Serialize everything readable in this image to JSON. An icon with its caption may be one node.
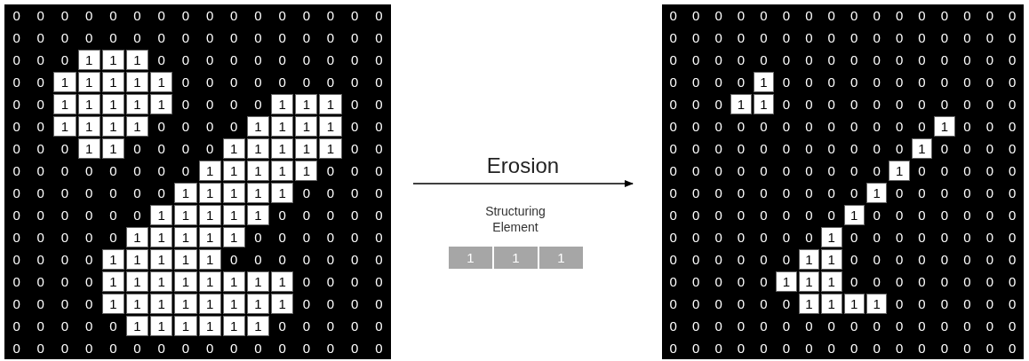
{
  "diagram": {
    "nodes": [
      {
        "text": [],
        "shape": "box"
      },
      {
        "text": [],
        "shape": "box"
      }
    ],
    "edges": [
      {
        "from": 0,
        "to": 1,
        "arrow": "to",
        "label": "Erosion"
      }
    ],
    "labels": [
      "0",
      "0",
      "0",
      "0",
      "0",
      "0",
      "0",
      "0",
      "0",
      "0",
      "0",
      "0",
      "0",
      "0",
      "0",
      "0",
      "0",
      "0",
      "0",
      "0",
      "0",
      "0",
      "0",
      "0",
      "0",
      "0",
      "0",
      "0",
      "0",
      "0",
      "0",
      "0",
      "0",
      "0",
      "0",
      "1",
      "1",
      "1",
      "0",
      "0",
      "0",
      "0",
      "0",
      "0",
      "0",
      "0",
      "0",
      "0",
      "0",
      "0",
      "1",
      "1",
      "1",
      "1",
      "1",
      "0",
      "0",
      "0",
      "0",
      "0",
      "0",
      "0",
      "0",
      "0",
      "0",
      "0",
      "1",
      "1",
      "1",
      "1",
      "1",
      "0",
      "0",
      "0",
      "0",
      "1",
      "1",
      "1",
      "0",
      "0",
      "0",
      "0",
      "1",
      "1",
      "1",
      "1",
      "0",
      "0",
      "0",
      "0",
      "1",
      "1",
      "1",
      "1",
      "0",
      "0",
      "0",
      "0",
      "0",
      "1",
      "1",
      "0",
      "0",
      "0",
      "0",
      "1",
      "1",
      "1",
      "1",
      "1",
      "0",
      "0",
      "0",
      "0",
      "0",
      "0",
      "0",
      "0",
      "0",
      "0",
      "1",
      "1",
      "1",
      "1",
      "1",
      "0",
      "0",
      "0",
      "0",
      "0",
      "0",
      "0",
      "0",
      "0",
      "0",
      "1",
      "1",
      "1",
      "1",
      "1",
      "0",
      "0",
      "0",
      "0",
      "0",
      "0",
      "0",
      "0",
      "0",
      "0",
      "1",
      "1",
      "1",
      "1",
      "1",
      "0",
      "0",
      "0",
      "0",
      "0",
      "0",
      "0",
      "0",
      "0",
      "0",
      "1",
      "1",
      "1",
      "1",
      "1",
      "0",
      "0",
      "0",
      "0",
      "0",
      "0",
      "0",
      "0",
      "0",
      "0",
      "1",
      "1",
      "1",
      "1",
      "1",
      "0",
      "0",
      "0",
      "0",
      "0",
      "0",
      "0",
      "0",
      "0",
      "0",
      "0",
      "1",
      "1",
      "1",
      "1",
      "1",
      "1",
      "1",
      "1",
      "0",
      "0",
      "0",
      "0",
      "0",
      "0",
      "0",
      "0",
      "1",
      "1",
      "1",
      "1",
      "1",
      "1",
      "1",
      "1",
      "0",
      "0",
      "0",
      "0",
      "0",
      "0",
      "0",
      "0",
      "0",
      "1",
      "1",
      "1",
      "1",
      "1",
      "1",
      "0",
      "0",
      "0",
      "0",
      "0",
      "0",
      "0",
      "0",
      "0",
      "0",
      "0",
      "0",
      "0",
      "0",
      "0",
      "0",
      "0",
      "0",
      "0",
      "0",
      "0",
      "Structuring Element",
      "1",
      "1",
      "1",
      "0",
      "0",
      "0",
      "0",
      "0",
      "0",
      "0",
      "0",
      "0",
      "0",
      "0",
      "0",
      "0",
      "0",
      "0",
      "0",
      "0",
      "0",
      "0",
      "0",
      "0",
      "0",
      "0",
      "0",
      "0",
      "0",
      "0",
      "0",
      "0",
      "0",
      "0",
      "0",
      "0",
      "0",
      "0",
      "0",
      "0",
      "0",
      "0",
      "0",
      "0",
      "0",
      "0",
      "0",
      "0",
      "0",
      "0",
      "0",
      "0",
      "0",
      "0",
      "0",
      "1",
      "0",
      "0",
      "0",
      "0",
      "0",
      "0",
      "0",
      "0",
      "0",
      "0",
      "0",
      "0",
      "0",
      "0",
      "1",
      "1",
      "0",
      "0",
      "0",
      "0",
      "0",
      "0",
      "0",
      "0",
      "0",
      "0",
      "0",
      "0",
      "0",
      "0",
      "0",
      "0",
      "0",
      "0",
      "0",
      "0",
      "0",
      "0",
      "0",
      "1",
      "0",
      "0",
      "0",
      "0",
      "0",
      "0",
      "0",
      "0",
      "0",
      "0",
      "0",
      "0",
      "0",
      "0",
      "1",
      "0",
      "0",
      "0",
      "0",
      "0",
      "0",
      "0",
      "0",
      "0",
      "0",
      "0",
      "0",
      "0",
      "0",
      "1",
      "0",
      "0",
      "0",
      "0",
      "0",
      "0",
      "0",
      "0",
      "0",
      "0",
      "0",
      "0",
      "0",
      "0",
      "1",
      "0",
      "0",
      "0",
      "0",
      "0",
      "0",
      "0",
      "0",
      "0",
      "0",
      "0",
      "0",
      "0",
      "0",
      "1",
      "0",
      "0",
      "0",
      "0",
      "0",
      "0",
      "0",
      "0",
      "0",
      "0",
      "0",
      "0",
      "0",
      "0",
      "1",
      "0",
      "0",
      "0",
      "0",
      "0",
      "0",
      "0",
      "0",
      "0",
      "0",
      "0",
      "0",
      "0",
      "0",
      "1",
      "1",
      "0",
      "0",
      "0",
      "0",
      "0",
      "0",
      "0",
      "0",
      "0",
      "0",
      "0",
      "0",
      "0",
      "1",
      "1",
      "1",
      "0",
      "0",
      "0",
      "0",
      "0",
      "0",
      "0",
      "0",
      "0",
      "0",
      "0",
      "0",
      "0",
      "0",
      "1",
      "1",
      "1",
      "1",
      "0",
      "0",
      "0",
      "0",
      "0",
      "0",
      "0",
      "0",
      "0",
      "0",
      "0",
      "0",
      "0",
      "0",
      "0",
      "0",
      "0",
      "0",
      "0",
      "0",
      "0",
      "0",
      "0",
      "0",
      "0",
      "0",
      "0",
      "0",
      "0",
      "0",
      "0",
      "0",
      "0",
      "0",
      "0",
      "0",
      "0",
      "0"
    ]
  }
}
